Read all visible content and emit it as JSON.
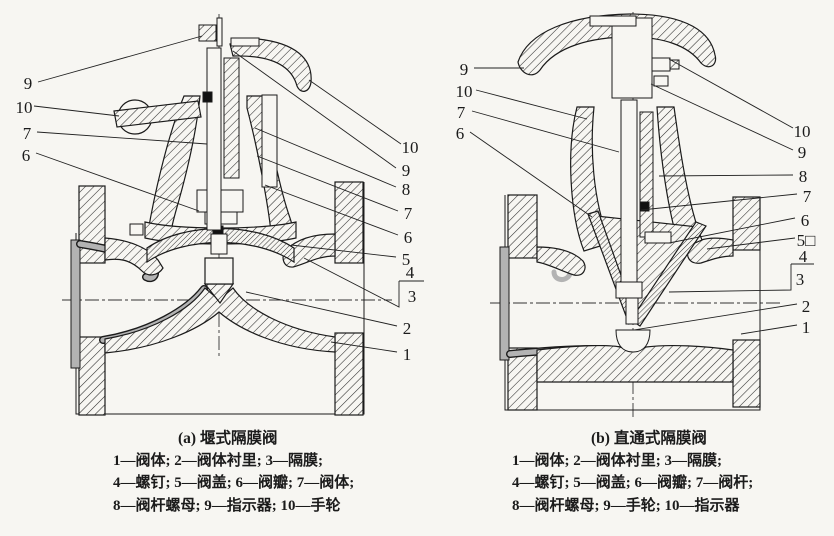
{
  "page": {
    "background": "#f7f6f2",
    "ink": "#1b1b1b",
    "lining_gray": "#b3b3b3"
  },
  "figure": {
    "callout_numbers": {
      "n1": "1",
      "n2": "2",
      "n3": "3",
      "n4": "4",
      "n5": "5",
      "n5b": "5□",
      "n6": "6",
      "n7": "7",
      "n8": "8",
      "n9": "9",
      "n10": "10"
    },
    "diagram_a": {
      "caption": "(a) 堰式隔膜阀",
      "legend_lines": [
        "1—阀体; 2—阀体衬里; 3—隔膜;",
        "4—螺钉; 5—阀盖; 6—阀瓣; 7—阀体;",
        "8—阀杆螺母; 9—指示器; 10—手轮"
      ]
    },
    "diagram_b": {
      "caption": "(b) 直通式隔膜阀",
      "legend_lines": [
        "1—阀体; 2—阀体衬里; 3—隔膜;",
        "4—螺钉; 5—阀盖; 6—阀瓣; 7—阀杆;",
        "8—阀杆螺母; 9—手轮; 10—指示器"
      ]
    }
  }
}
